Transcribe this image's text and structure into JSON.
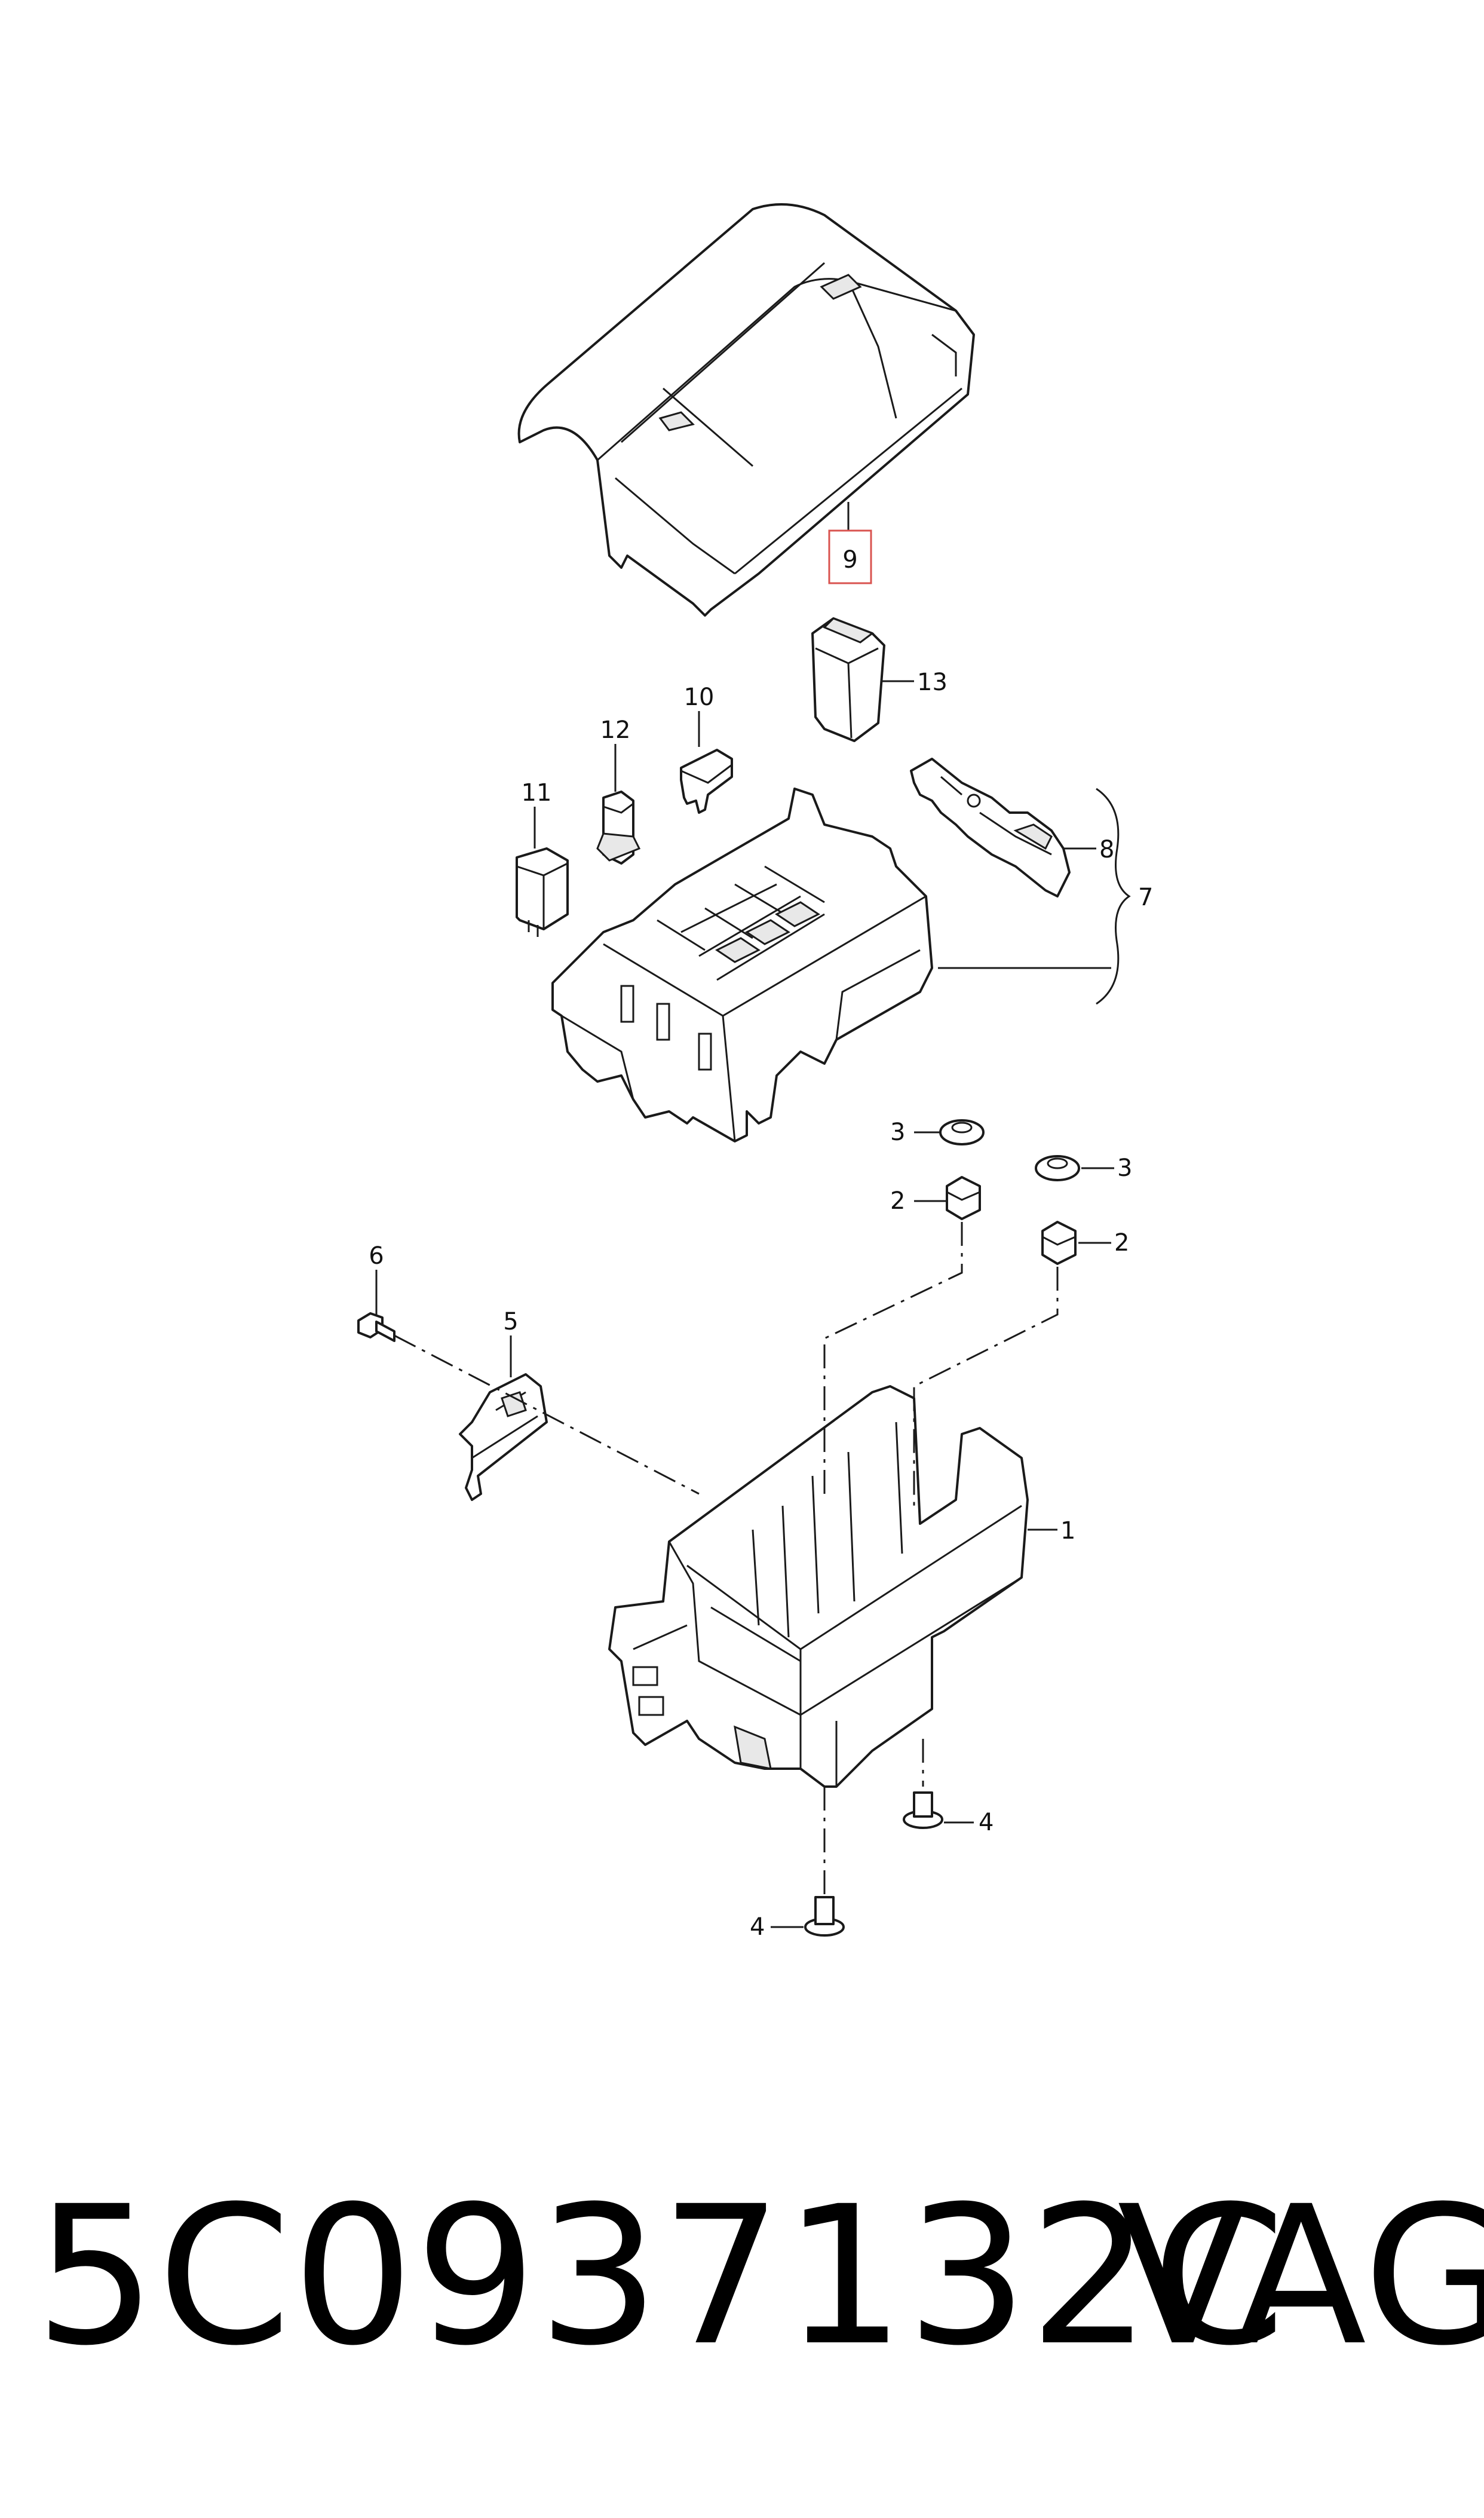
{
  "callouts": {
    "c1": "1",
    "c2a": "2",
    "c2b": "2",
    "c3a": "3",
    "c3b": "3",
    "c4a": "4",
    "c4b": "4",
    "c5": "5",
    "c6": "6",
    "c7": "7",
    "c8": "8",
    "c9": "9",
    "c10": "10",
    "c11": "11",
    "c12": "12",
    "c13": "13"
  },
  "highlight_color": "#d9534f",
  "footer": {
    "part_number": "5C0937132C",
    "brand": "VAG"
  }
}
